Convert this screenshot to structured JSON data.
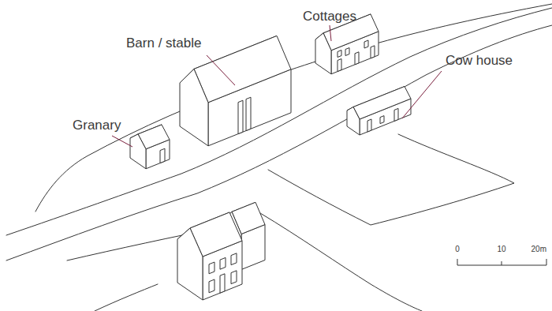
{
  "diagram": {
    "labels": [
      "Cottages",
      "Barn / stable",
      "Granary",
      "Cow house",
      "0",
      "10",
      "20m"
    ]
  }
}
